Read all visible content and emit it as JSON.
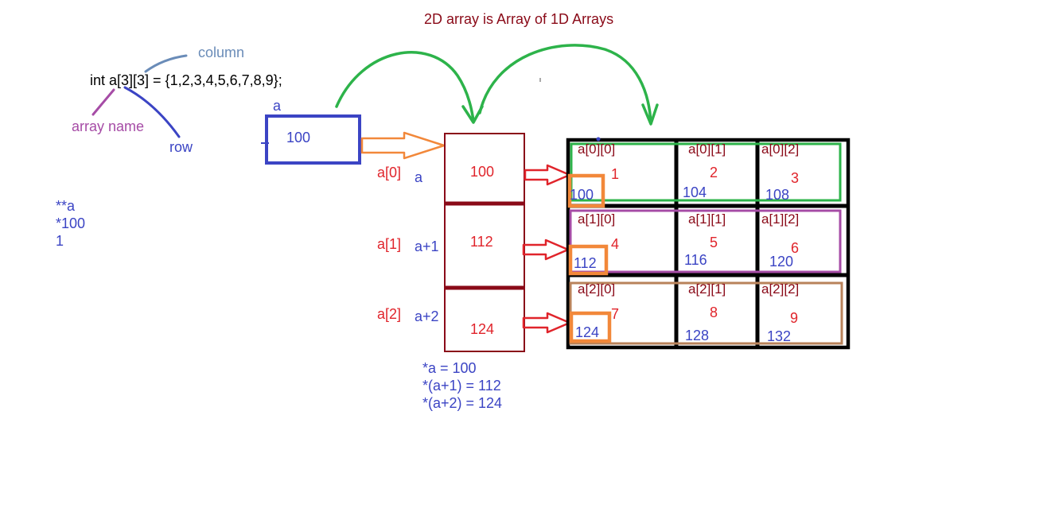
{
  "title": "2D array is Array of 1D Arrays",
  "declaration": "int a[3][3] = {1,2,3,4,5,6,7,8,9};",
  "annotations": {
    "column": "column",
    "array_name": "array name",
    "row": "row"
  },
  "deref_notes": [
    "**a",
    "*100",
    "1"
  ],
  "pointer_box": {
    "label": "a",
    "value": "100"
  },
  "row_pointers": [
    {
      "index_label": "a[0]",
      "expr_label": "a",
      "value": "100"
    },
    {
      "index_label": "a[1]",
      "expr_label": "a+1",
      "value": "112"
    },
    {
      "index_label": "a[2]",
      "expr_label": "a+2",
      "value": "124"
    }
  ],
  "equations": [
    "*a = 100",
    "*(a+1) = 112",
    "*(a+2) = 124"
  ],
  "grid": [
    [
      {
        "name": "a[0][0]",
        "value": "1",
        "address": "100"
      },
      {
        "name": "a[0][1]",
        "value": "2",
        "address": "104"
      },
      {
        "name": "a[0][2]",
        "value": "3",
        "address": "108"
      }
    ],
    [
      {
        "name": "a[1][0]",
        "value": "4",
        "address": "112"
      },
      {
        "name": "a[1][1]",
        "value": "5",
        "address": "116"
      },
      {
        "name": "a[1][2]",
        "value": "6",
        "address": "120"
      }
    ],
    [
      {
        "name": "a[2][0]",
        "value": "7",
        "address": "124"
      },
      {
        "name": "a[2][1]",
        "value": "8",
        "address": "128"
      },
      {
        "name": "a[2][2]",
        "value": "9",
        "address": "132"
      }
    ]
  ],
  "colors": {
    "blue_text": "#3b44c4",
    "red_text": "#e0242b",
    "maroon": "#8a0a18",
    "green_curve": "#2db34a",
    "orange": "#f2883a",
    "row0_outline": "#2db34a",
    "row1_outline": "#a64ca6",
    "row2_outline": "#b8825a"
  }
}
